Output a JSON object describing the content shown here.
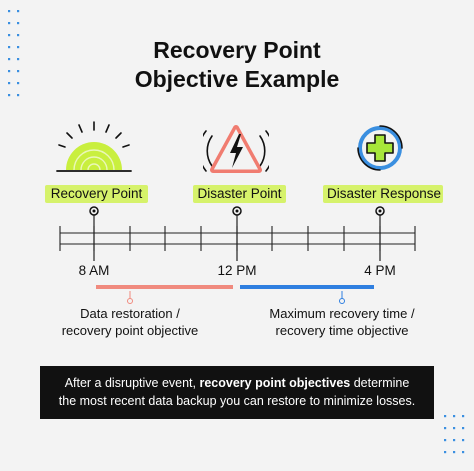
{
  "title": {
    "line1": "Recovery Point",
    "line2": "Objective Example"
  },
  "icons": {
    "recovery": "sun-rising-icon",
    "disaster": "warning-lightning-icon",
    "response": "medical-cross-icon"
  },
  "points": [
    {
      "label": "Recovery Point",
      "time": "8 AM"
    },
    {
      "label": "Disaster Point",
      "time": "12 PM"
    },
    {
      "label": "Disaster Response",
      "time": "4 PM"
    }
  ],
  "descriptions": {
    "rpo_line1": "Data restoration /",
    "rpo_line2": "recovery point objective",
    "rto_line1": "Maximum recovery time /",
    "rto_line2": "recovery time objective"
  },
  "banner": {
    "part1": "After a disruptive event, ",
    "bold": "recovery point objectives",
    "part2": " determine",
    "line2": "the most recent data backup you can restore to minimize losses."
  },
  "colors": {
    "background": "#f3f3f3",
    "highlight": "#d6f26b",
    "rpo_bar": "#f08a7e",
    "rto_bar": "#2f7fe0",
    "banner": "#111111",
    "icon_green": "#c9ef3e",
    "icon_red": "#f07c70",
    "icon_blue": "#3a8fe0",
    "icon_cross": "#a7e63a"
  }
}
